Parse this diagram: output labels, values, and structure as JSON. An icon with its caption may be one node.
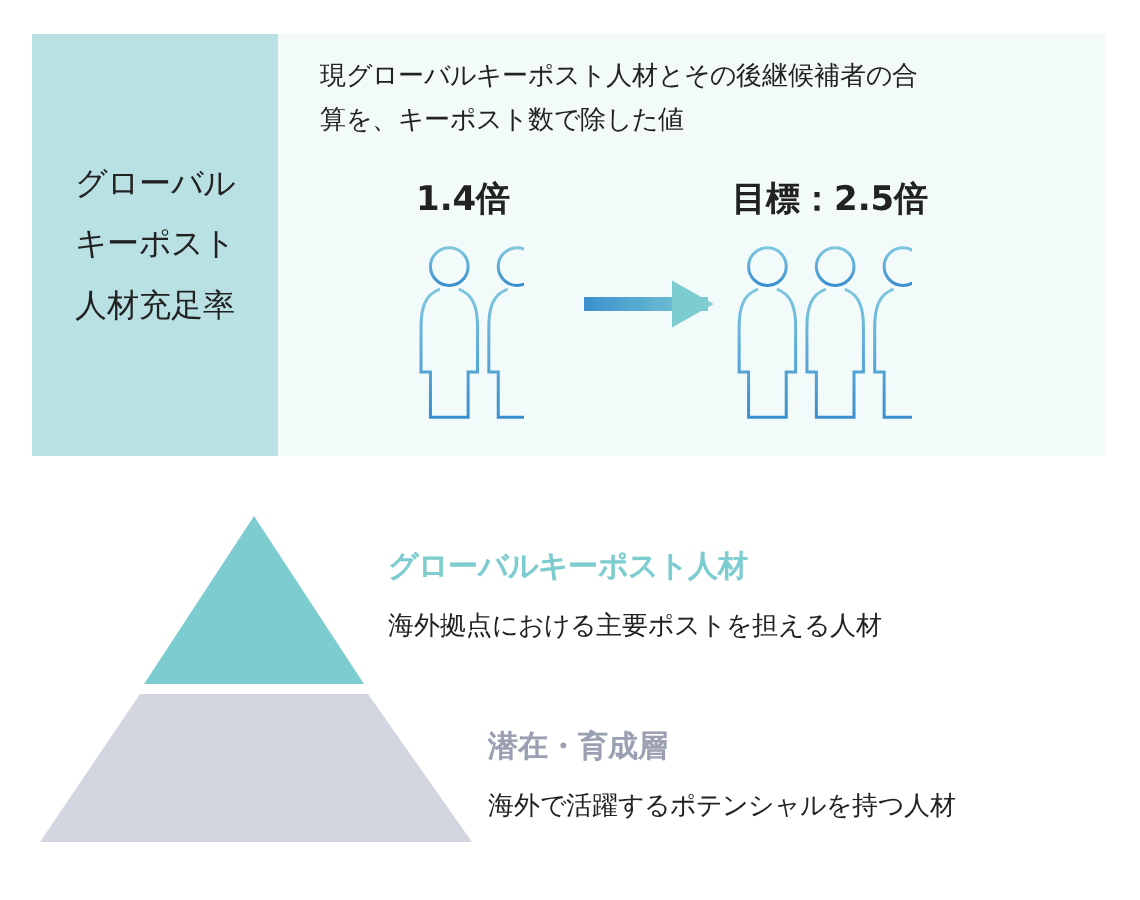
{
  "diagram": {
    "nodes": [
      {
        "text": [
          "グローバルキーポスト人材充足率"
        ]
      },
      {
        "text": [
          "現グローバルキーポスト人材とその後継候補者の合算を、キーポスト数で除した値"
        ]
      },
      {
        "text": [
          "1.4倍"
        ],
        "in": 1
      },
      {
        "text": [
          "目標：2.5倍"
        ],
        "in": 1
      },
      {
        "text": [],
        "shape": "triangle",
        "beside": [
          "グローバルキーポスト人材",
          "海外拠点における主要ポストを担える人材"
        ]
      },
      {
        "text": [],
        "shape": "trapezoid",
        "beside": [
          "潜在・育成層",
          "海外で活躍するポテンシャルを持つ人材"
        ]
      }
    ],
    "edges": [
      {
        "from": 2,
        "to": 3,
        "arrow": "to"
      }
    ]
  }
}
